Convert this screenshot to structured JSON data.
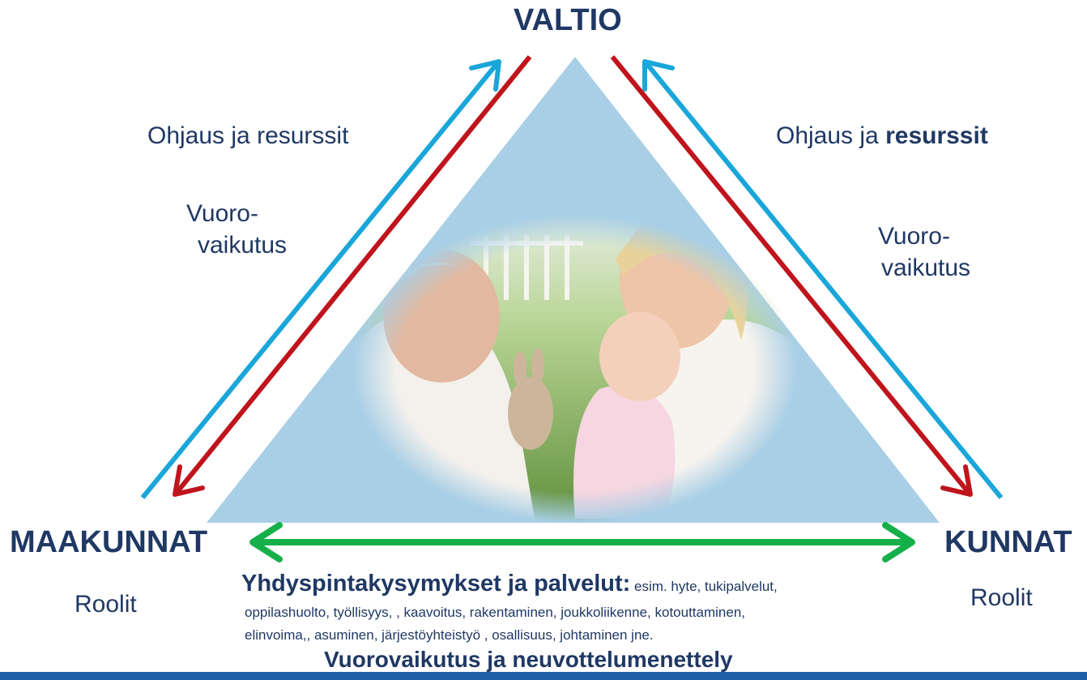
{
  "nodes": {
    "top": "VALTIO",
    "left": "MAAKUNNAT",
    "right": "KUNNAT"
  },
  "roles": {
    "left": "Roolit",
    "right": "Roolit"
  },
  "left_edge": {
    "guidance": "Ohjaus ja resurssit",
    "interaction_line1": "Vuoro-",
    "interaction_line2": "vaikutus"
  },
  "right_edge": {
    "guidance_prefix": "Ohjaus ja ",
    "guidance_bold": "resurssit",
    "interaction_line1": "Vuoro-",
    "interaction_line2": "vaikutus"
  },
  "bottom": {
    "heading": "Yhdyspintakysymykset ja palvelut",
    "heading_colon": ":",
    "line1_small": " esim. hyte, tukipalvelut,",
    "line2": "oppilashuolto, työllisyys, , kaavoitus, rakentaminen, joukkoliikenne, kotouttaminen,",
    "line3": "elinvoima,, asuminen, järjestöyhteistyö , osallisuus, johtaminen jne.",
    "footer": "Vuorovaikutus ja neuvottelumenettely"
  },
  "colors": {
    "title": "#1f3864",
    "triangle": "#a9cfe6",
    "blue_arrow": "#1aa6d9",
    "red_arrow": "#c0141c",
    "green_arrow": "#15b04a"
  },
  "icons": {
    "photo": "family-photo-grandparents-baby"
  }
}
